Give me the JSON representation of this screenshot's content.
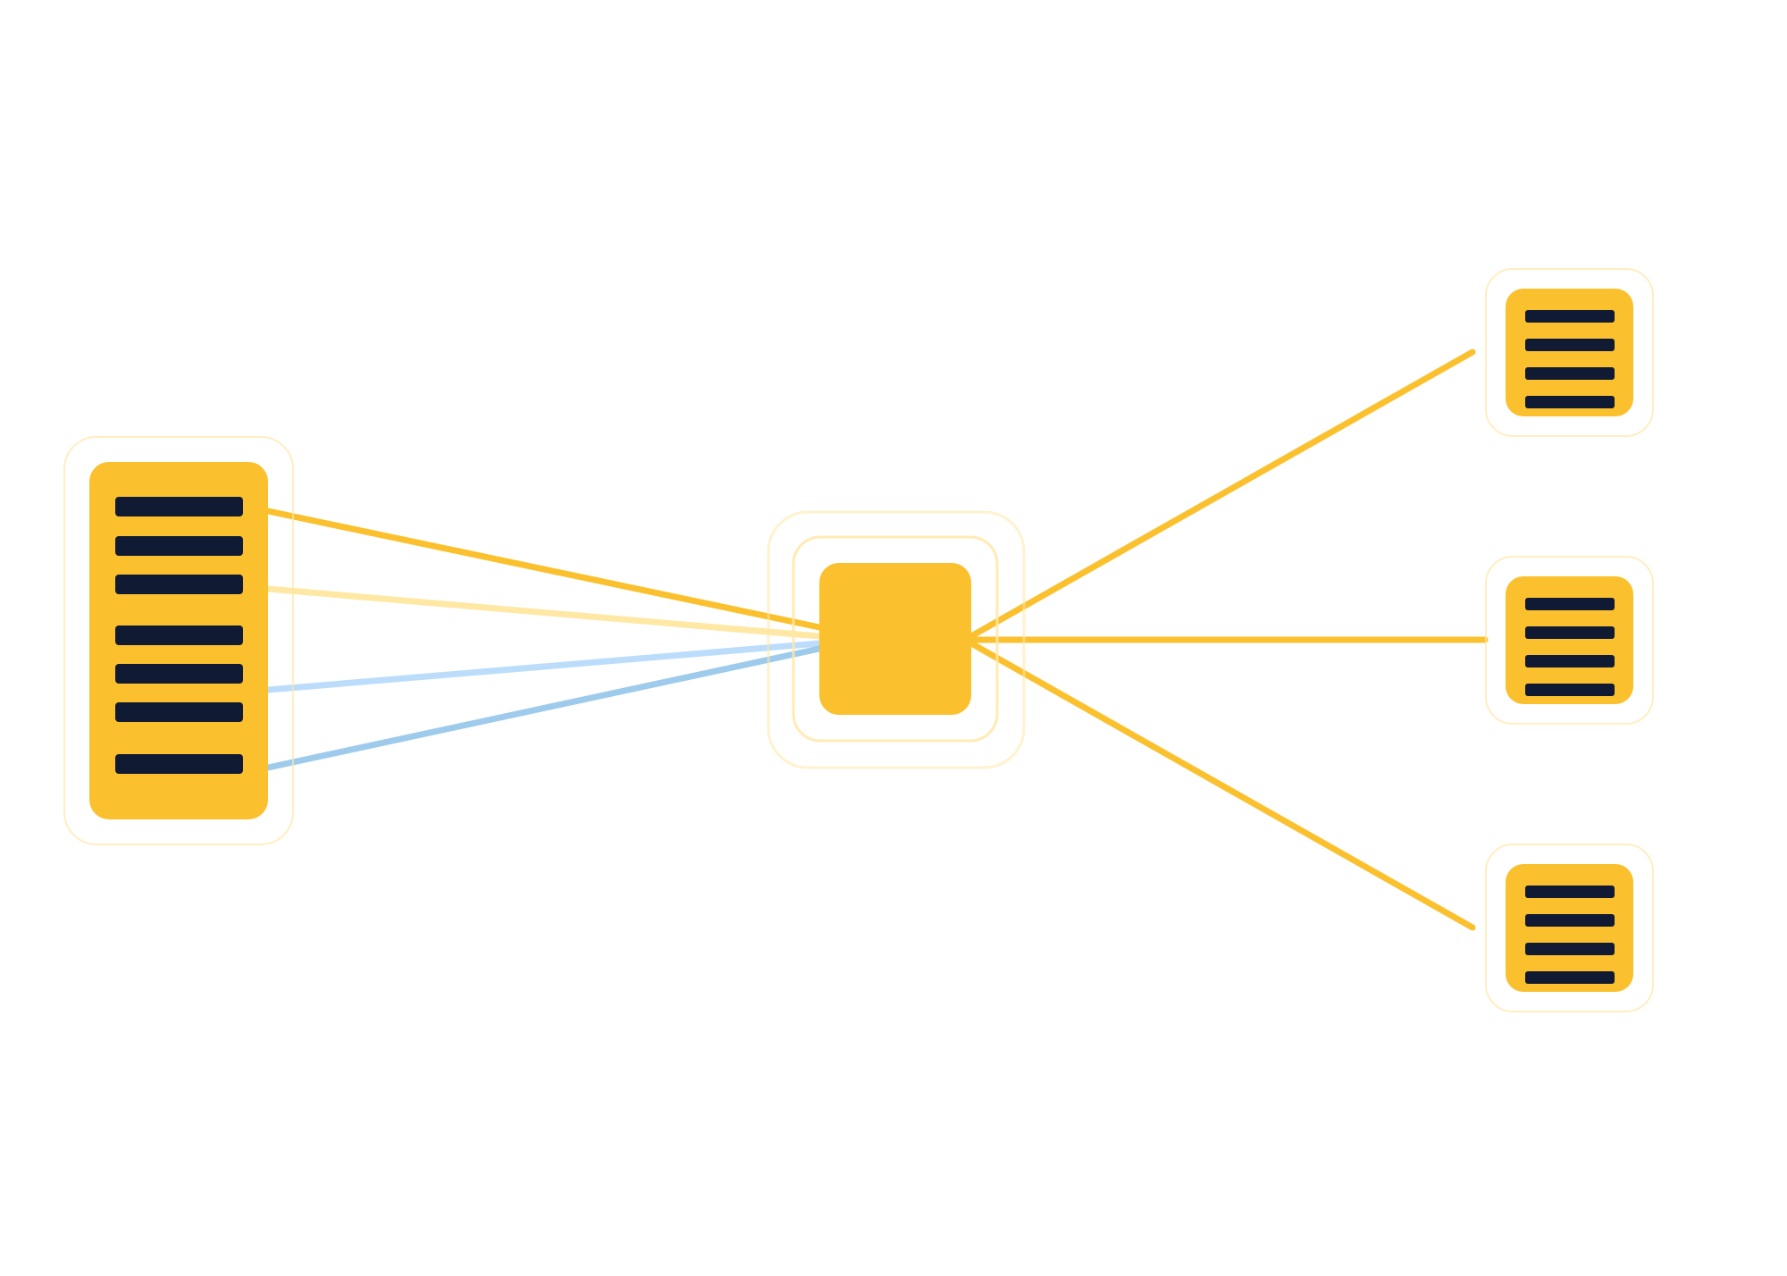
{
  "diagram": {
    "colors": {
      "node_fill": "#FBC02D",
      "node_glow": "#FFE7A6",
      "bar_fill": "#111A33",
      "link_gold": "#FBC02D",
      "link_gold_light": "#FFE8A3",
      "link_blue_light": "#BBDDFB",
      "link_blue": "#9ECBEC",
      "background": "#FFFFFF"
    },
    "source_node": {
      "icon": "server-rack-icon",
      "bar_count": 7
    },
    "hub_node": {
      "icon": "hub-icon",
      "bar_count": 0
    },
    "target_nodes": [
      {
        "icon": "server-icon",
        "bar_count": 4
      },
      {
        "icon": "server-icon",
        "bar_count": 4
      },
      {
        "icon": "server-icon",
        "bar_count": 4
      }
    ],
    "incoming_links": [
      {
        "color": "link_gold"
      },
      {
        "color": "link_gold_light"
      },
      {
        "color": "link_blue_light"
      },
      {
        "color": "link_blue"
      }
    ],
    "outgoing_links": [
      {
        "color": "link_gold"
      },
      {
        "color": "link_gold"
      },
      {
        "color": "link_gold"
      }
    ]
  }
}
